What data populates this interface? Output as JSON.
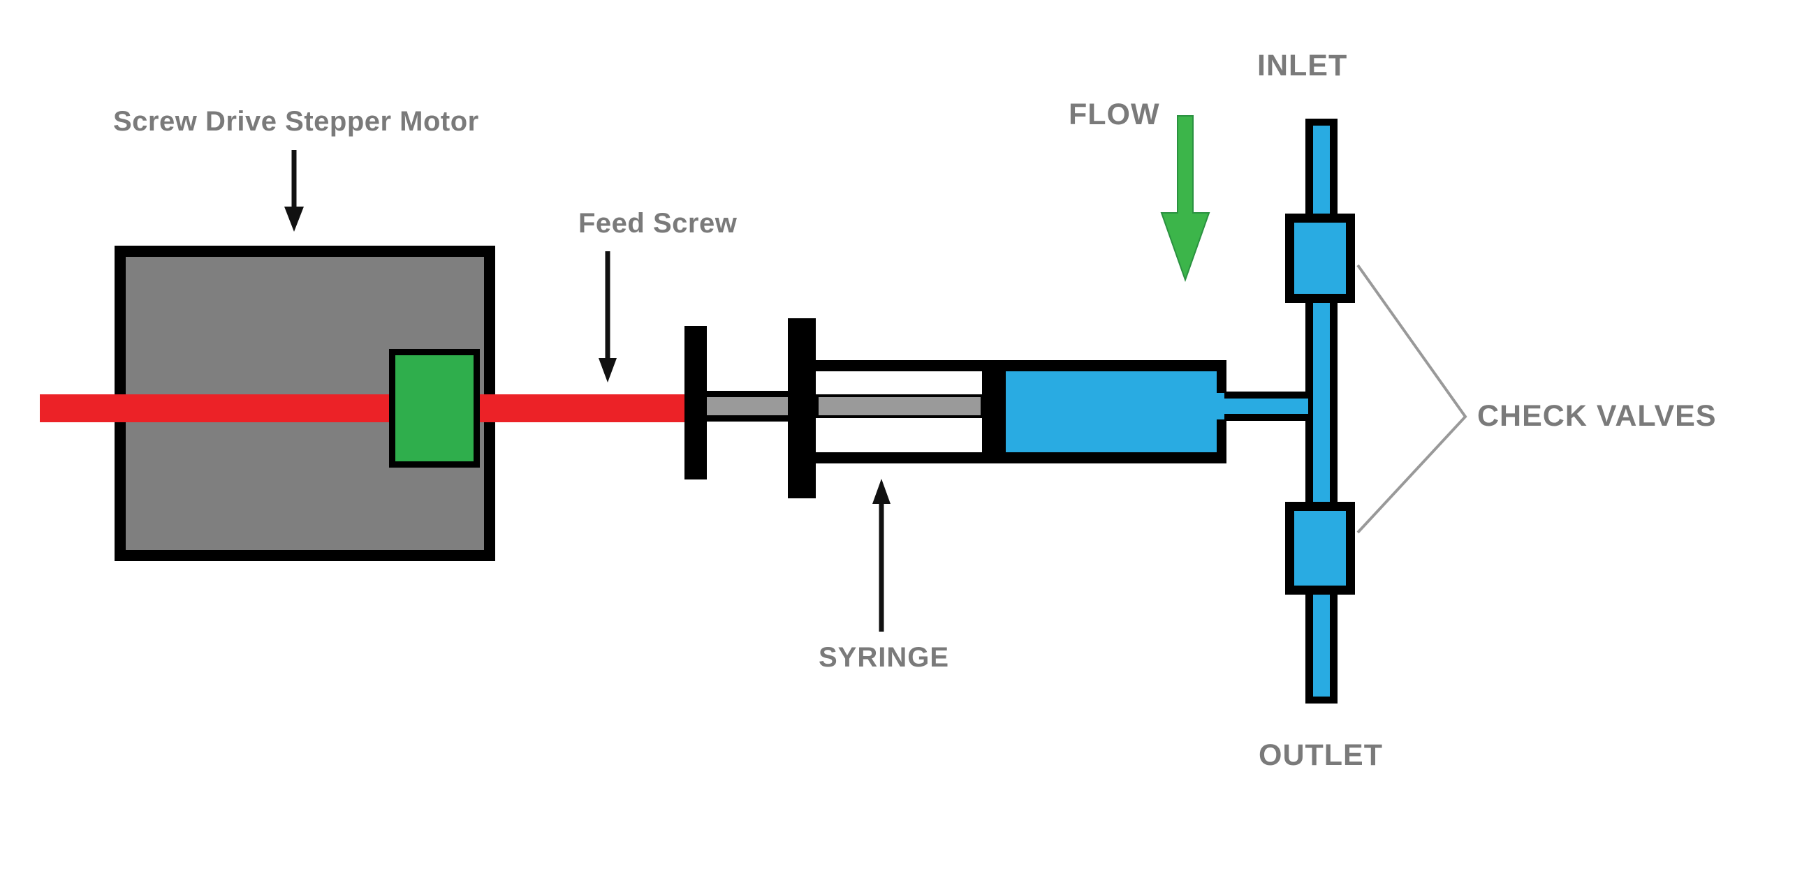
{
  "diagram": {
    "labels": {
      "motor": "Screw Drive Stepper Motor",
      "feed_screw": "Feed Screw",
      "syringe": "SYRINGE",
      "flow": "FLOW",
      "inlet": "INLET",
      "outlet": "OUTLET",
      "check_valves": "CHECK VALVES"
    },
    "colors": {
      "motor_gray": "#7f7f7f",
      "screw_red": "#ec2227",
      "carriage_green": "#2fae4c",
      "fluid_blue": "#29abe2",
      "flow_green": "#3cb54a",
      "label_gray": "#7a7a7a",
      "outline_black": "#000000",
      "connector_gray": "#999999",
      "rod_gray": "#9a9a9a"
    }
  }
}
